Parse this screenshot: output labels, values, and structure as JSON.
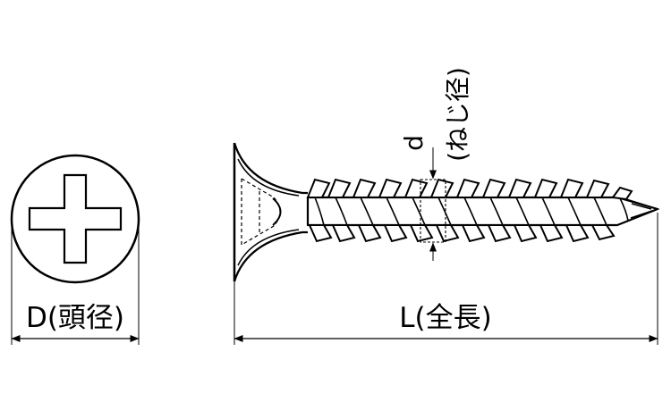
{
  "labels": {
    "head_diameter": "D(頭径)",
    "total_length": "L(全長)",
    "thread_symbol": "d",
    "thread_diameter": "(ねじ径)"
  },
  "colors": {
    "line": "#000000",
    "background": "#ffffff",
    "thread_fill": "#ffffff"
  },
  "icons": {
    "recess": "phillips-cross-recess"
  }
}
